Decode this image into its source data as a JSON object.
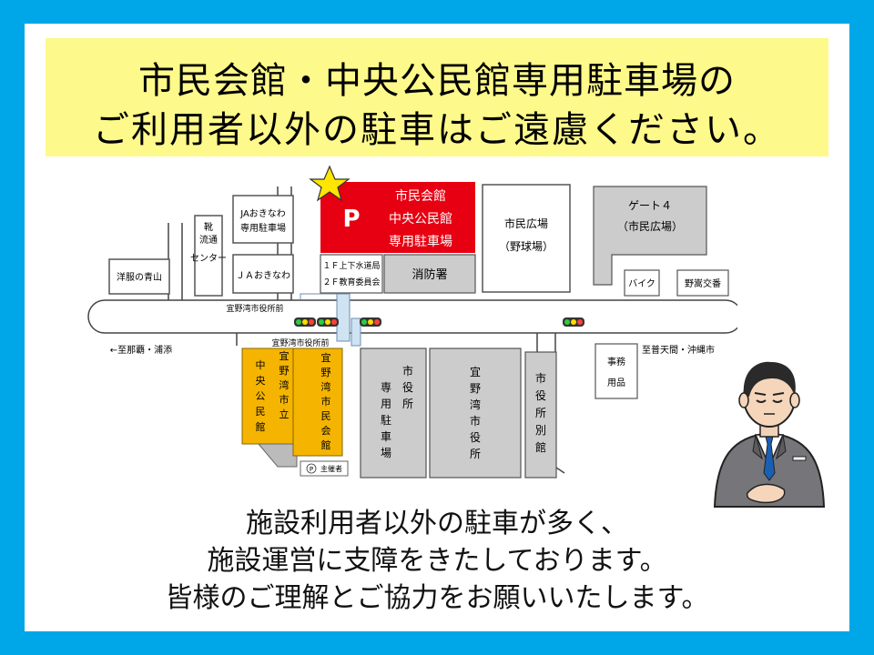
{
  "banner": {
    "line1": "市民会館・中央公民館専用駐車場の",
    "line2": "ご利用者以外の駐車はご遠慮ください。"
  },
  "map": {
    "parking_p": "P",
    "parking_lines": [
      "市民会館",
      "中央公民館",
      "専用駐車場"
    ],
    "ja_okinawa_parking": [
      "JAおきなわ",
      "専用駐車場"
    ],
    "distribution_center": [
      "流通",
      "センター"
    ],
    "distribution_prefix": "靴",
    "ja_okinawa": "ＪＡおきなわ",
    "yofuku_aoyama": "洋服の青山",
    "water_bureau": "１Ｆ上下水道局",
    "education_board": "２Ｆ教育委員会",
    "fire_station": "消防署",
    "citizen_plaza": [
      "市民広場",
      "（野球場）"
    ],
    "gate4": [
      "ゲート４",
      "（市民広場）"
    ],
    "bike": "バイク",
    "nodake_koban": "野嵩交番",
    "city_hall_front_upper": "宜野湾市役所前",
    "city_hall_front_lower": "宜野湾市役所前",
    "to_naha": "←至那覇・浦添",
    "to_futenma": "至普天間・沖縄市",
    "central_hall": [
      "中",
      "央",
      "公",
      "民",
      "館"
    ],
    "ginowan_city": [
      "宜",
      "野",
      "湾",
      "市",
      "立"
    ],
    "civic_hall": [
      "宜",
      "野",
      "湾",
      "市",
      "民",
      "会",
      "館"
    ],
    "organizer": "主催者",
    "organizer_p": "P",
    "city_hall_parking": [
      "市",
      "役",
      "所",
      "専",
      "用",
      "駐",
      "車",
      "場"
    ],
    "city_hall": [
      "宜",
      "野",
      "湾",
      "市",
      "役",
      "所"
    ],
    "city_hall_annex": [
      "市",
      "役",
      "所",
      "別",
      "館"
    ],
    "office_supplies": [
      "事務",
      "用品"
    ]
  },
  "notice": {
    "line1": "施設利用者以外の駐車が多く、",
    "line2": "施設運営に支障をきたしております。",
    "line3": "皆様のご理解とご協力をお願いいたします。"
  },
  "colors": {
    "frame": "#00a7e8",
    "banner": "#fdf98a",
    "parking": "#e60012",
    "hall": "#f5b400",
    "building_gray": "#c8c8c8",
    "road_outline": "#444444"
  }
}
